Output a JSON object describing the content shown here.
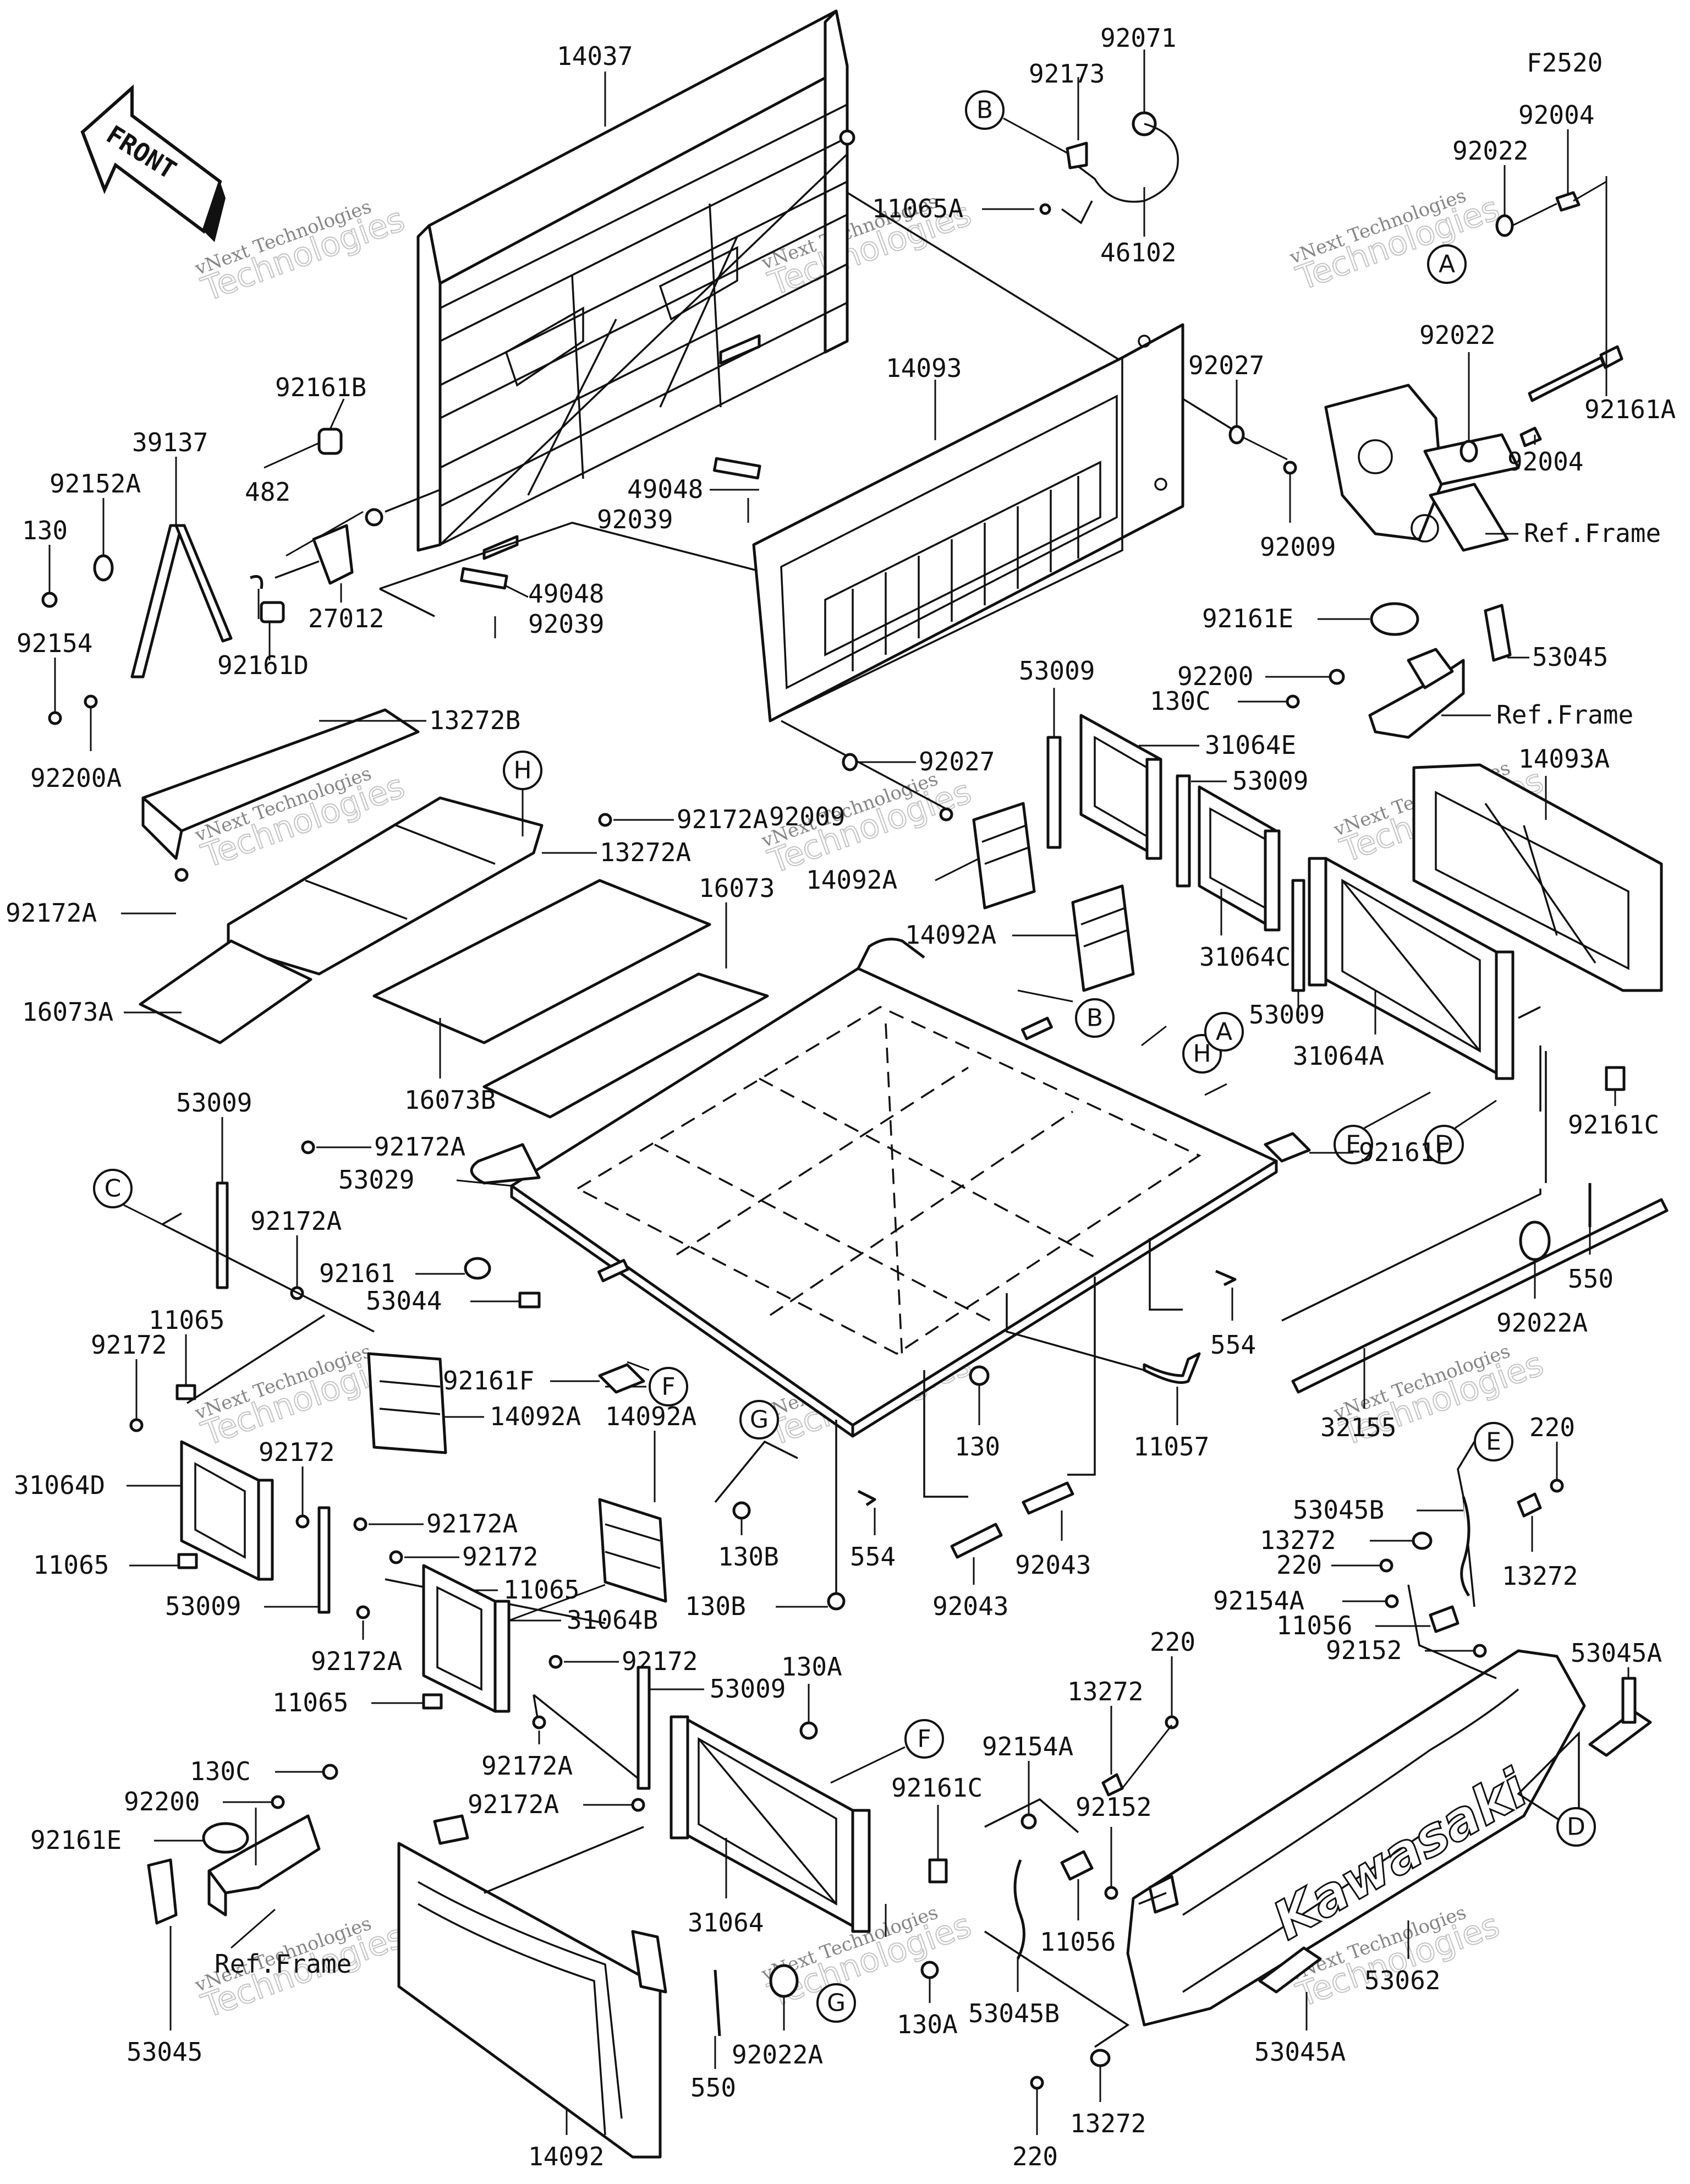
{
  "diagram_code": "F2520",
  "front_label": "FRONT",
  "ref_frame": "Ref.Frame",
  "brand_text": "Kawasaki",
  "watermark": {
    "line1": "vNext Technologies",
    "line2": "Technologies"
  },
  "callouts": {
    "A": "A",
    "B": "B",
    "C": "C",
    "D": "D",
    "E": "E",
    "F": "F",
    "G": "G",
    "H": "H"
  },
  "parts": {
    "p14037": "14037",
    "p92071": "92071",
    "p92173": "92173",
    "p11065A": "11065A",
    "p46102": "46102",
    "p92004a": "92004",
    "p92022a": "92022",
    "p92022b": "92022",
    "p92004b": "92004",
    "p92161A": "92161A",
    "p92161B": "92161B",
    "p39137": "39137",
    "p92152A": "92152A",
    "p130a": "130",
    "p482": "482",
    "p27012": "27012",
    "p92161D": "92161D",
    "p92154": "92154",
    "p92200A": "92200A",
    "p14093": "14093",
    "p92027a": "92027",
    "p92009a": "92009",
    "p49048a": "49048",
    "p92039a": "92039",
    "p49048b": "49048",
    "p92039b": "92039",
    "p92161E_top": "92161E",
    "p92200_top": "92200",
    "p130C_top": "130C",
    "p53045_top": "53045",
    "p13272B": "13272B",
    "p92172A_1": "92172A",
    "p92009b": "92009",
    "p13272A": "13272A",
    "p92172A_2": "92172A",
    "p92027b": "92027",
    "p53009_1": "53009",
    "p31064E": "31064E",
    "p53009_2": "53009",
    "p14093A": "14093A",
    "p16073": "16073",
    "p16073A": "16073A",
    "p16073B": "16073B",
    "p14092A_1": "14092A",
    "p14092A_2": "14092A",
    "p31064C": "31064C",
    "p53009_3": "53009",
    "p31064A": "31064A",
    "p92161C_r": "92161C",
    "p53009_4": "53009",
    "p92172A_3": "92172A",
    "p53029": "53029",
    "p92161F_r": "92161F",
    "p92172A_4": "92172A",
    "p92161": "92161",
    "p53044": "53044",
    "p550_r": "550",
    "p554_r": "554",
    "p92022A_r": "92022A",
    "p32155": "32155",
    "p11065_1": "11065",
    "p92172_1": "92172",
    "p92161F_l": "92161F",
    "p14092A_3": "14092A",
    "p31064D": "31064D",
    "p92172_2": "92172",
    "p92172A_5": "92172A",
    "p92172_3": "92172",
    "p11065_2": "11065",
    "p14092A_4": "14092A",
    "p11065_3": "11065",
    "p53009_5": "53009",
    "p31064B": "31064B",
    "p92172A_6": "92172A",
    "p92172_4": "92172",
    "p11065_4": "11065",
    "p130": "130",
    "p11057": "11057",
    "p130B_1": "130B",
    "p554_m": "554",
    "p92043_1": "92043",
    "p92043_2": "92043",
    "p130B_2": "130B",
    "p220_1": "220",
    "p53045B_1": "53045B",
    "p13272_1": "13272",
    "p220_2": "220",
    "p13272_2": "13272",
    "p92154A_1": "92154A",
    "p11056_1": "11056",
    "p92152_1": "92152",
    "p53045A_1": "53045A",
    "p53009_6": "53009",
    "p130A_1": "130A",
    "p92172A_7": "92172A",
    "p92172A_8": "92172A",
    "p130C_b": "130C",
    "p92200_b": "92200",
    "p92161E_b": "92161E",
    "p53045_b": "53045",
    "p13272_3": "13272",
    "p220_3": "220",
    "p92154A_2": "92154A",
    "p92152_2": "92152",
    "p92161C_m": "92161C",
    "p11056_2": "11056",
    "p53062": "53062",
    "p31064": "31064",
    "p92022A_b": "92022A",
    "p130A_2": "130A",
    "p53045B_2": "53045B",
    "p53045A_2": "53045A",
    "p550_b": "550",
    "p14092": "14092",
    "p220_4": "220",
    "p13272_4": "13272"
  }
}
